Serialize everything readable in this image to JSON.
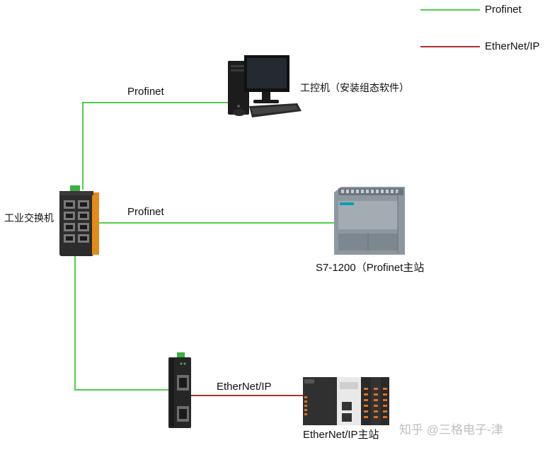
{
  "legend": {
    "items": [
      {
        "label": "Profinet",
        "color": "#4fd04a"
      },
      {
        "label": "EtherNet/IP",
        "color": "#b03030"
      }
    ]
  },
  "nodes": {
    "pc": {
      "label": "工控机（安装组态软件）"
    },
    "switch": {
      "label": "工业交换机"
    },
    "s7": {
      "label": "S7-1200（Profinet主站"
    },
    "gateway": {
      "label": ""
    },
    "eip_master": {
      "label": "EtherNet/IP主站"
    }
  },
  "links": [
    {
      "label": "Profinet",
      "color": "#4fd04a"
    },
    {
      "label": "Profinet",
      "color": "#4fd04a"
    },
    {
      "label": "",
      "color": "#4fd04a"
    },
    {
      "label": "EtherNet/IP",
      "color": "#b03030"
    }
  ],
  "watermark": "知乎 @三格电子-津"
}
